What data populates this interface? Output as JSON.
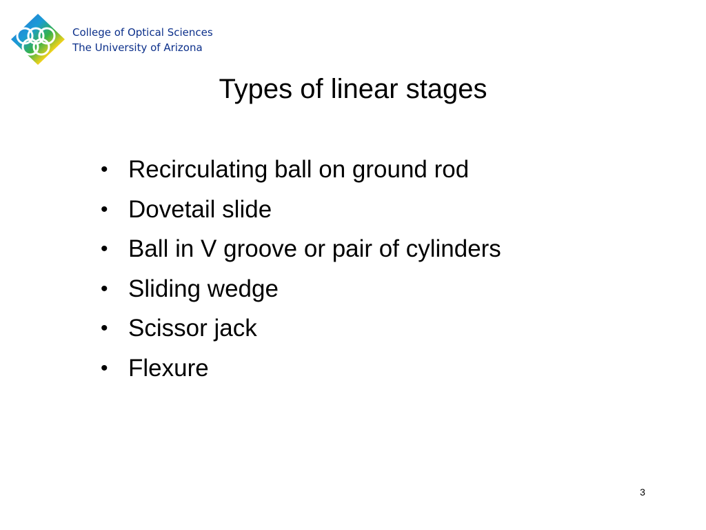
{
  "header": {
    "org_line1": "College of Optical Sciences",
    "org_line2": "The University of Arizona"
  },
  "slide": {
    "title": "Types of linear stages",
    "bullets": [
      "Recirculating ball on ground rod",
      "Dovetail slide",
      "Ball in V groove or pair of cylinders",
      "Sliding wedge",
      "Scissor jack",
      "Flexure"
    ],
    "page_number": "3"
  },
  "logo": {
    "icon": "college-of-optical-sciences-logo-icon",
    "colors": [
      "#2b6fd0",
      "#36b24a",
      "#f3d21a",
      "#d9342b",
      "#1b9bd7"
    ]
  }
}
